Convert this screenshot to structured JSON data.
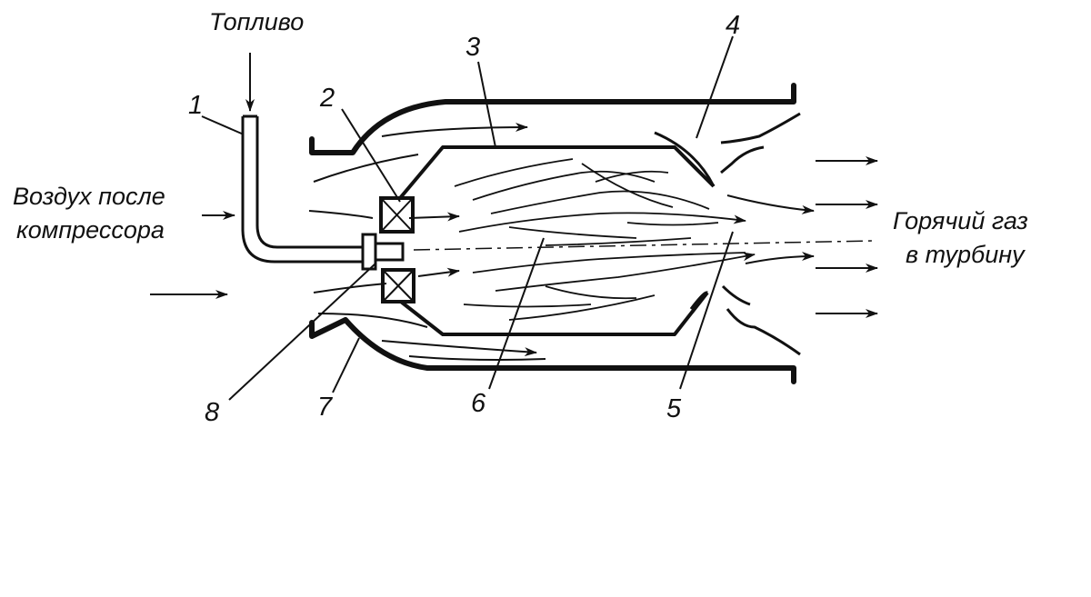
{
  "labels": {
    "fuel": "Топливо",
    "air_line1": "Воздух после",
    "air_line2": "компрессора",
    "gas_line1": "Горячий газ",
    "gas_line2": "в турбину"
  },
  "callouts": {
    "n1": "1",
    "n2": "2",
    "n3": "3",
    "n4": "4",
    "n5": "5",
    "n6": "6",
    "n7": "7",
    "n8": "8"
  },
  "colors": {
    "ink": "#111111",
    "background": "#ffffff"
  }
}
